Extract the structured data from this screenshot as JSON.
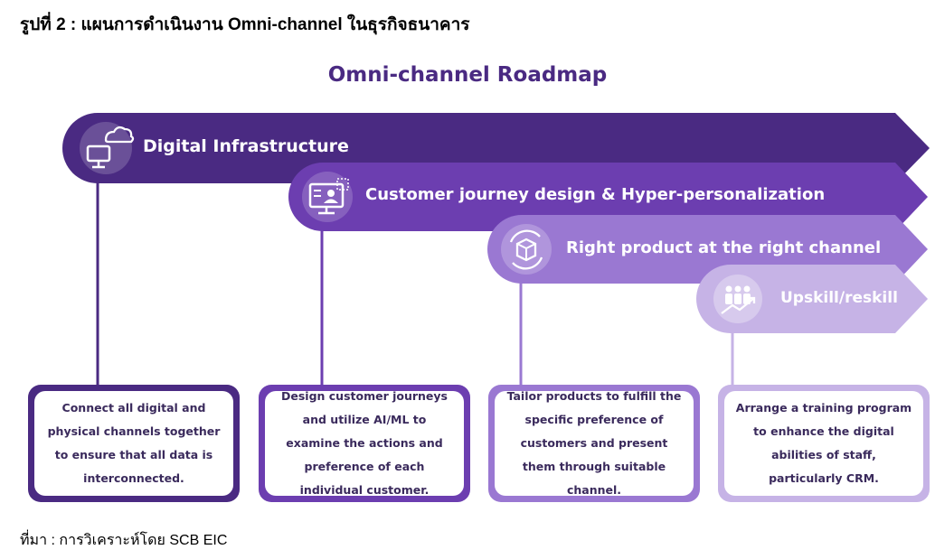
{
  "figure_title": "รูปที่ 2 : แผนการดำเนินงาน Omni-channel ในธุรกิจธนาคาร",
  "diagram_title": "Omni-channel Roadmap",
  "colors": {
    "stage1": "#4a2a82",
    "stage2": "#6c3eb0",
    "stage3": "#9a78d2",
    "stage4": "#c6b3e6",
    "title": "#4a2a82"
  },
  "stages": [
    {
      "label": "Digital Infrastructure",
      "icon": "cloud-computer-icon",
      "description": "Connect all digital and physical channels together to ensure that all data is interconnected."
    },
    {
      "label": "Customer journey design & Hyper-personalization",
      "icon": "monitor-user-icon",
      "description": "Design customer journeys and utilize AI/ML to examine the actions and preference of each individual customer."
    },
    {
      "label": "Right product at the right channel",
      "icon": "box-cycle-icon",
      "description": "Tailor products to fulfill the specific preference of customers and present them through suitable channel."
    },
    {
      "label": "Upskill/reskill",
      "icon": "people-growth-icon",
      "description": "Arrange a training program to enhance the digital abilities of staff, particularly CRM."
    }
  ],
  "source": "ที่มา : การวิเคราะห์โดย SCB EIC"
}
